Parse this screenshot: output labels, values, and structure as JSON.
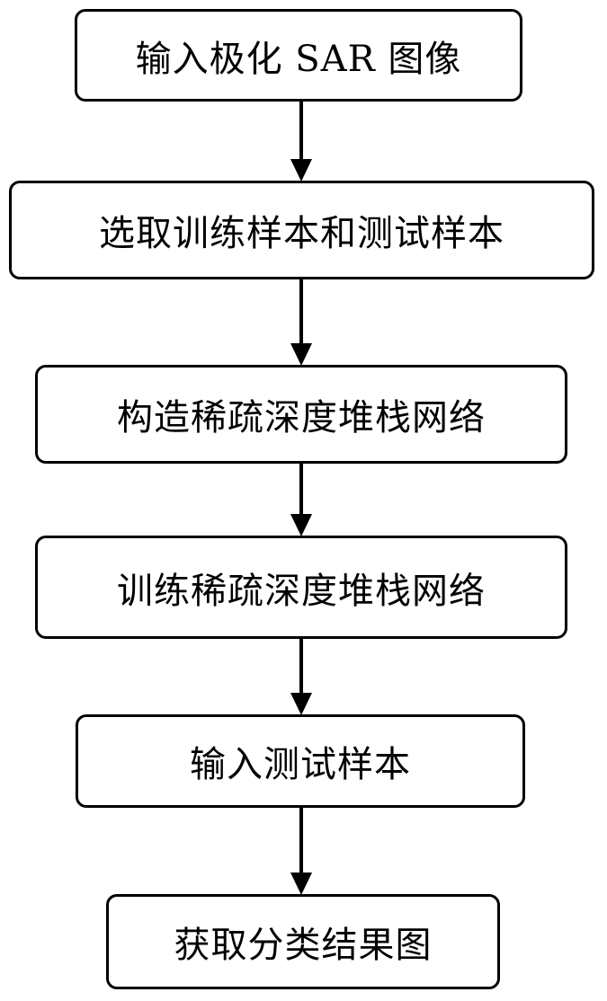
{
  "flowchart": {
    "steps": [
      {
        "label": "输入极化 SAR 图像"
      },
      {
        "label": "选取训练样本和测试样本"
      },
      {
        "label": "构造稀疏深度堆栈网络"
      },
      {
        "label": "训练稀疏深度堆栈网络"
      },
      {
        "label": "输入测试样本"
      },
      {
        "label": "获取分类结果图"
      }
    ],
    "connectors": [
      {
        "from": 0,
        "to": 1
      },
      {
        "from": 1,
        "to": 2
      },
      {
        "from": 2,
        "to": 3
      },
      {
        "from": 3,
        "to": 4
      },
      {
        "from": 4,
        "to": 5
      }
    ],
    "colors": {
      "stroke": "#000000",
      "fill": "#ffffff",
      "text": "#000000"
    }
  }
}
